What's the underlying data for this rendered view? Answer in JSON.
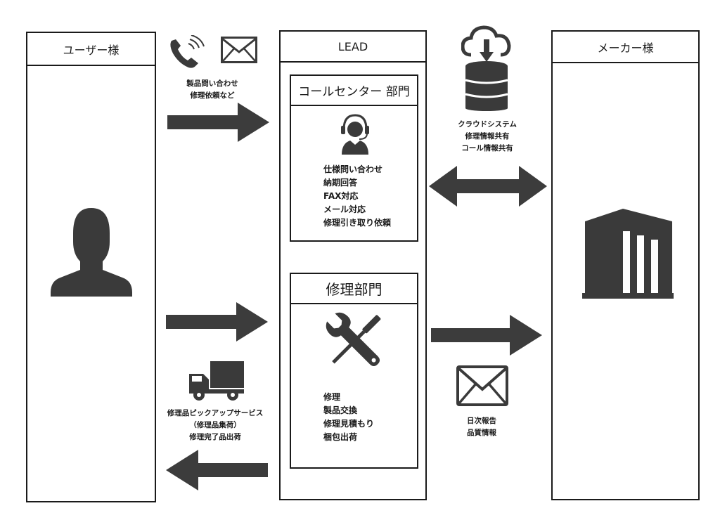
{
  "user": {
    "title": "ユーザー様"
  },
  "lead": {
    "title": "LEAD"
  },
  "maker": {
    "title": "メーカー様"
  },
  "call_center": {
    "title": "コールセンター 部門",
    "tasks": [
      "仕様問い合わせ",
      "納期回答",
      "FAX対応",
      "メール対応",
      "修理引き取り依頼"
    ]
  },
  "repair": {
    "title": "修理部門",
    "tasks": [
      "修理",
      "製品交換",
      "修理見積もり",
      "梱包出荷"
    ]
  },
  "user_to_lead_label": [
    "製品問い合わせ",
    "修理依頼など"
  ],
  "pickup_label": [
    "修理品ピックアップサービス",
    "（修理品集荷）",
    "修理完了品出荷"
  ],
  "cloud_label": [
    "クラウドシステム",
    "修理情報共有",
    "コール情報共有"
  ],
  "report_label": [
    "日次報告",
    "品質情報"
  ],
  "colors": {
    "ink": "#1a1a1a",
    "icon": "#3a3a3a",
    "arrow": "#3c3c3c"
  }
}
